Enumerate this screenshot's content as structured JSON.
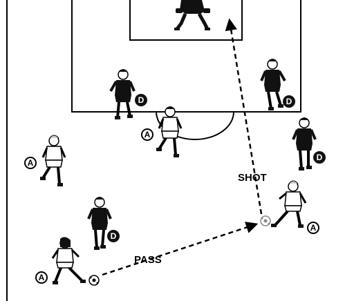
{
  "colors": {
    "line": "#000000",
    "attacker_kit": "#ffffff",
    "defender_kit": "#111111",
    "background": "#ffffff"
  },
  "annotations": {
    "shot_label": "SHOT",
    "pass_label": "PASS"
  },
  "players": [
    {
      "team": "keeper",
      "badge": ""
    },
    {
      "team": "defender",
      "badge": "D"
    },
    {
      "team": "defender",
      "badge": "D"
    },
    {
      "team": "defender",
      "badge": "D"
    },
    {
      "team": "defender",
      "badge": "D"
    },
    {
      "team": "attacker",
      "badge": "A"
    },
    {
      "team": "attacker",
      "badge": "A"
    },
    {
      "team": "attacker",
      "badge": "A"
    },
    {
      "team": "attacker",
      "badge": "A"
    }
  ],
  "actions": [
    {
      "type": "pass",
      "label": "PASS"
    },
    {
      "type": "shot",
      "label": "SHOT"
    }
  ],
  "icons": [
    "soccer-ball-icon",
    "arrow-head-icon"
  ]
}
